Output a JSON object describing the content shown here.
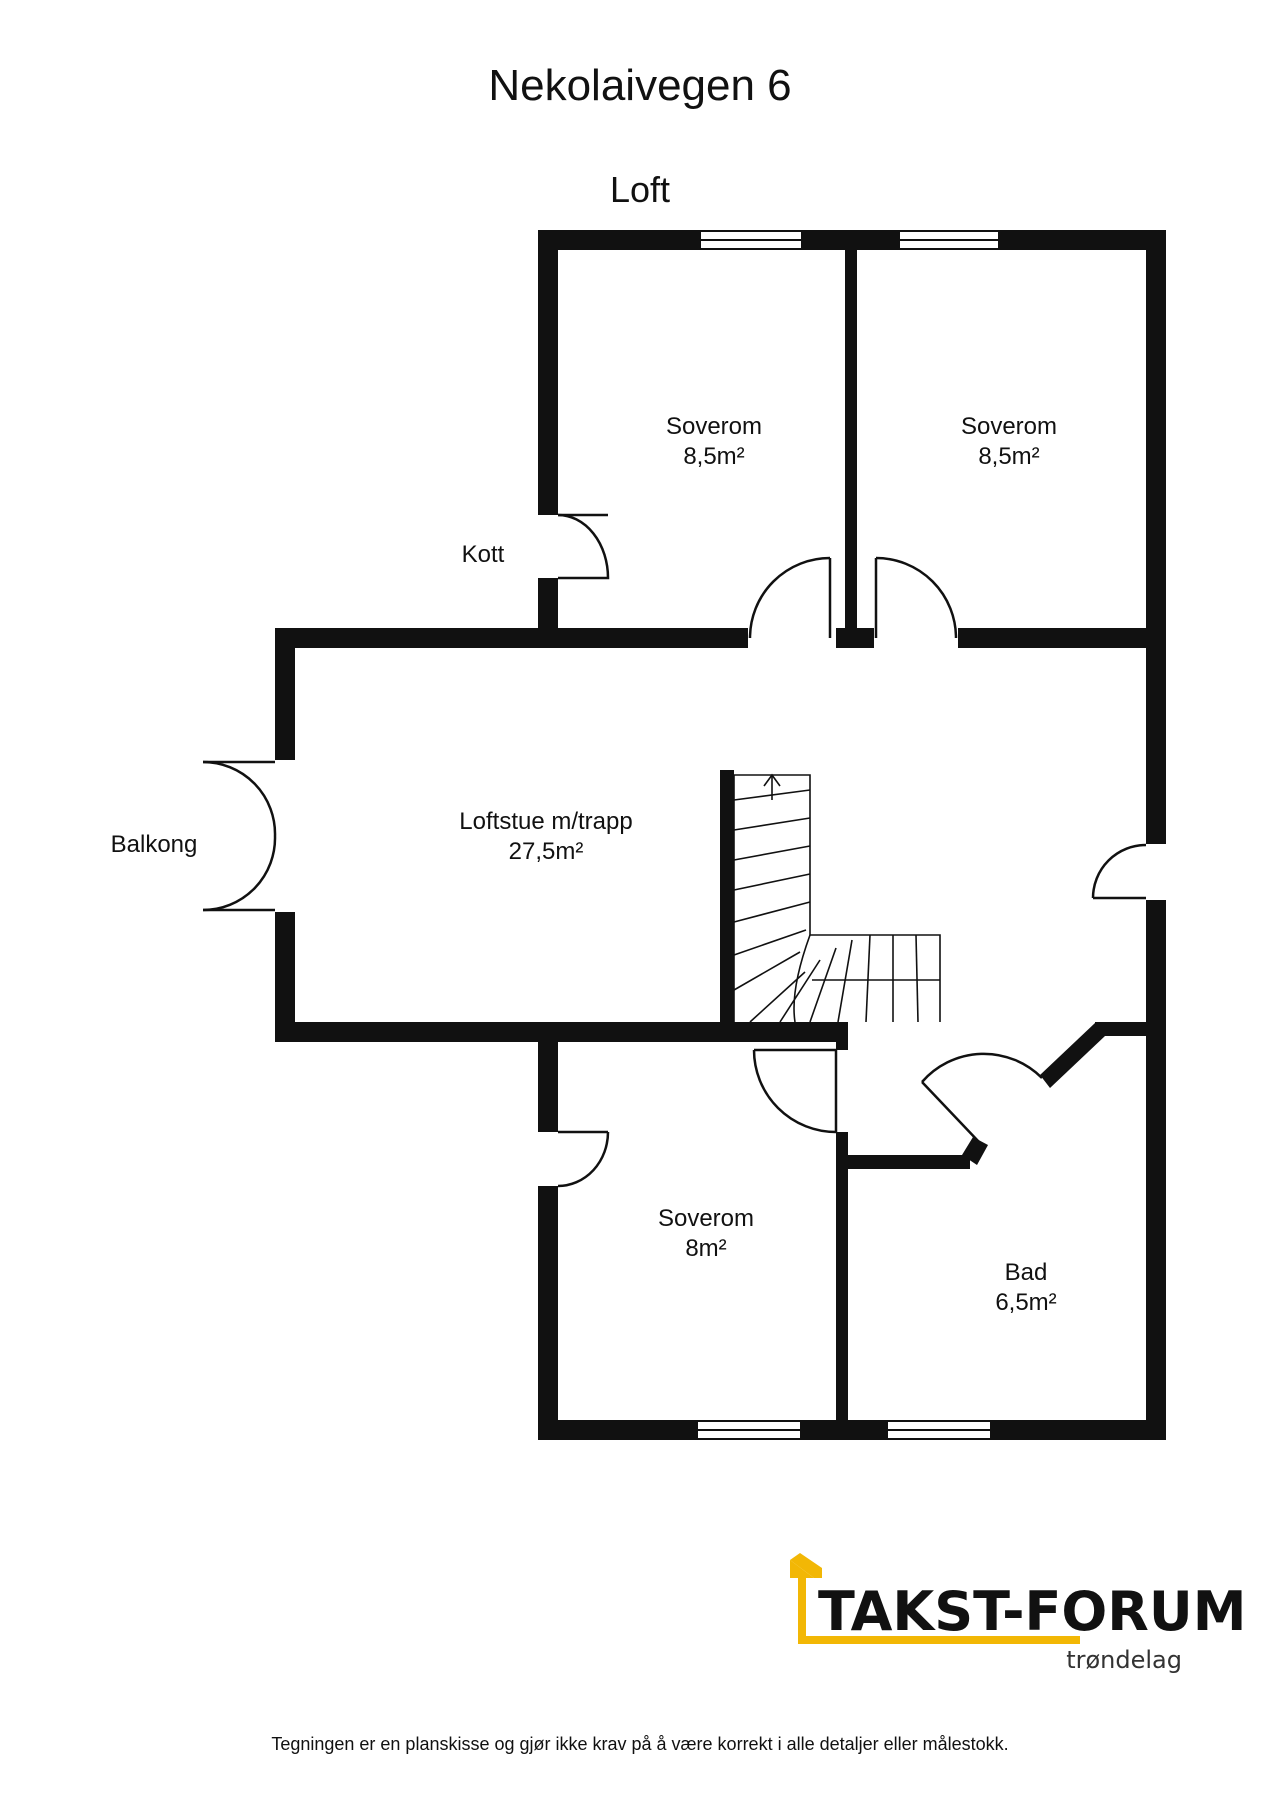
{
  "title": "Nekolaivegen 6",
  "floor_name": "Loft",
  "rooms": {
    "soverom_1": {
      "name": "Soverom",
      "area": "8,5m²"
    },
    "soverom_2": {
      "name": "Soverom",
      "area": "8,5m²"
    },
    "loftstue": {
      "name": "Loftstue m/trapp",
      "area": "27,5m²"
    },
    "soverom_3": {
      "name": "Soverom",
      "area": "8m²"
    },
    "bad": {
      "name": "Bad",
      "area": "6,5m²"
    }
  },
  "labels": {
    "kott": "Kott",
    "balkong": "Balkong"
  },
  "logo": {
    "name": "TAKST-FORUM",
    "region": "trøndelag",
    "accent_color": "#f2b705"
  },
  "disclaimer": "Tegningen er en planskisse og gjør ikke krav på å være korrekt i alle detaljer eller målestokk."
}
